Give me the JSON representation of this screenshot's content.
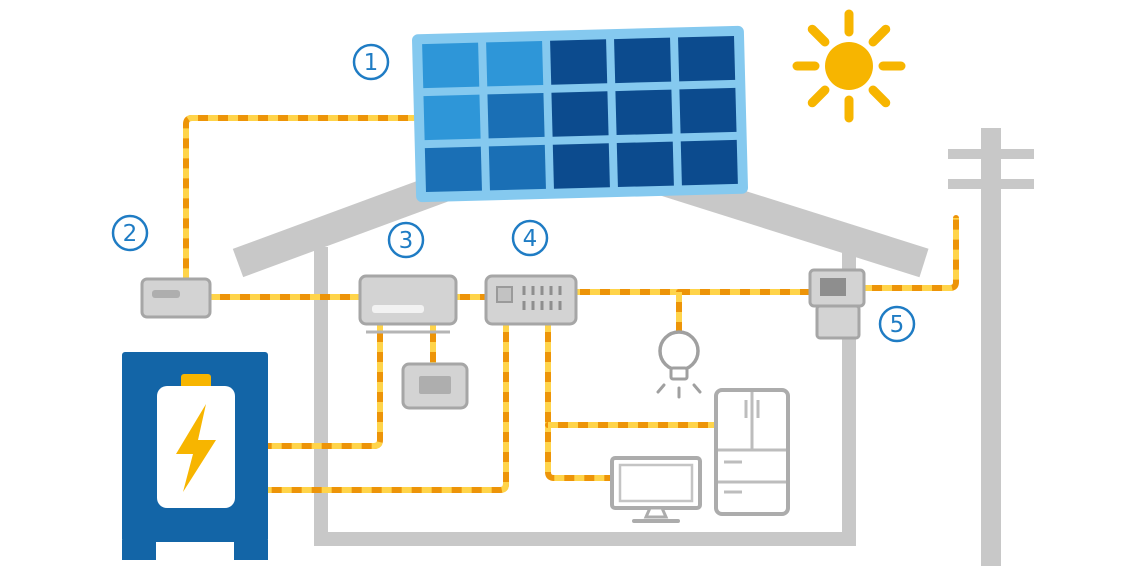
{
  "diagram": {
    "type": "home-solar-power-system",
    "labels": [
      {
        "number": "1",
        "component": "solar-panel"
      },
      {
        "number": "2",
        "component": "junction-box"
      },
      {
        "number": "3",
        "component": "power-conditioner"
      },
      {
        "number": "4",
        "component": "distribution-board"
      },
      {
        "number": "5",
        "component": "power-meter"
      }
    ],
    "icons": [
      "sun-icon",
      "solar-panel",
      "roof",
      "house-outline",
      "utility-pole",
      "junction-box",
      "power-conditioner",
      "distribution-board",
      "power-meter",
      "storage-battery",
      "lightning-bolt-icon",
      "wall-remote",
      "light-bulb-icon",
      "refrigerator-icon",
      "computer-monitor-icon"
    ]
  },
  "colors": {
    "wire_orange": "#ED9408",
    "wire_yellow": "#FFD44A",
    "structure_gray": "#C8C8C8",
    "device_fill": "#D3D3D3",
    "device_outline": "#A6A6A6",
    "label_blue": "#1F7CC4",
    "battery_blue": "#1365A7",
    "accent_yellow": "#F7B500",
    "panel_frame": "#85C9EF"
  },
  "solar_panel": {
    "rows": 3,
    "cols": 5,
    "shade_map": [
      [
        "L",
        "L",
        "D",
        "D",
        "D"
      ],
      [
        "L",
        "M",
        "D",
        "D",
        "D"
      ],
      [
        "M",
        "M",
        "D",
        "D",
        "D"
      ]
    ],
    "shades": {
      "L": "#2E96D8",
      "M": "#1A6FB5",
      "D": "#0C4B8E"
    }
  }
}
